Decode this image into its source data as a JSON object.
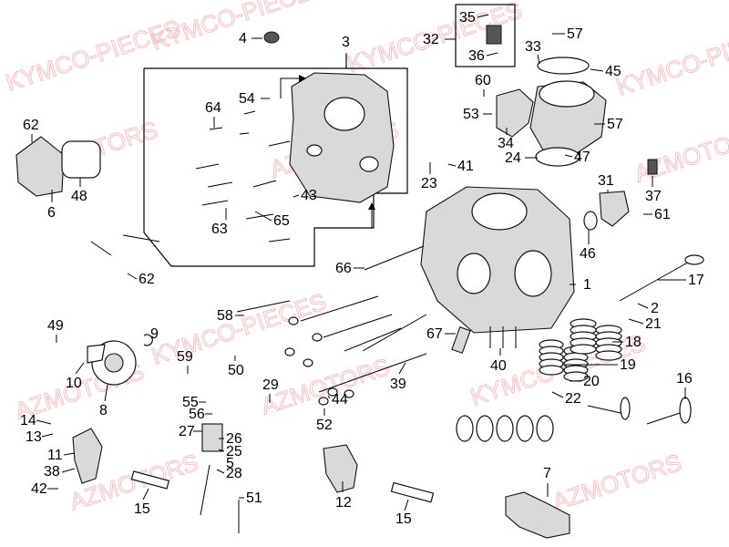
{
  "watermarks": [
    {
      "text": "KYMCO-PIECES"
    },
    {
      "text": "AZMOTORS"
    },
    {
      "text": "KYMCO-PIECES"
    },
    {
      "text": "AZMOTORS"
    },
    {
      "text": "KYMCO-PIECES"
    },
    {
      "text": "KYMCO-PIECES"
    },
    {
      "text": "AZMOTORS"
    },
    {
      "text": "AZMOTORS"
    },
    {
      "text": "KYMCO-PIECES"
    },
    {
      "text": "AZMOTORS"
    },
    {
      "text": "KYMCO-PIECES"
    },
    {
      "text": "AZMOTORS"
    },
    {
      "text": "AZMOTORS"
    }
  ],
  "callouts": [
    {
      "id": "c1",
      "text": "1"
    },
    {
      "id": "c2",
      "text": "2"
    },
    {
      "id": "c3",
      "text": "3"
    },
    {
      "id": "c4",
      "text": "4"
    },
    {
      "id": "c5",
      "text": "5"
    },
    {
      "id": "c6",
      "text": "6"
    },
    {
      "id": "c7",
      "text": "7"
    },
    {
      "id": "c8",
      "text": "8"
    },
    {
      "id": "c9",
      "text": "9"
    },
    {
      "id": "c10",
      "text": "10"
    },
    {
      "id": "c11",
      "text": "11"
    },
    {
      "id": "c12",
      "text": "12"
    },
    {
      "id": "c13",
      "text": "13"
    },
    {
      "id": "c14",
      "text": "14"
    },
    {
      "id": "c15a",
      "text": "15"
    },
    {
      "id": "c15b",
      "text": "15"
    },
    {
      "id": "c16",
      "text": "16"
    },
    {
      "id": "c17",
      "text": "17"
    },
    {
      "id": "c18",
      "text": "18"
    },
    {
      "id": "c19",
      "text": "19"
    },
    {
      "id": "c20",
      "text": "20"
    },
    {
      "id": "c21",
      "text": "21"
    },
    {
      "id": "c22",
      "text": "22"
    },
    {
      "id": "c23",
      "text": "23"
    },
    {
      "id": "c24",
      "text": "24"
    },
    {
      "id": "c25",
      "text": "25"
    },
    {
      "id": "c26",
      "text": "26"
    },
    {
      "id": "c27",
      "text": "27"
    },
    {
      "id": "c28",
      "text": "28"
    },
    {
      "id": "c29",
      "text": "29"
    },
    {
      "id": "c31",
      "text": "31"
    },
    {
      "id": "c32",
      "text": "32"
    },
    {
      "id": "c33",
      "text": "33"
    },
    {
      "id": "c34",
      "text": "34"
    },
    {
      "id": "c35",
      "text": "35"
    },
    {
      "id": "c36",
      "text": "36"
    },
    {
      "id": "c37",
      "text": "37"
    },
    {
      "id": "c38",
      "text": "38"
    },
    {
      "id": "c39",
      "text": "39"
    },
    {
      "id": "c40",
      "text": "40"
    },
    {
      "id": "c41",
      "text": "41"
    },
    {
      "id": "c42",
      "text": "42"
    },
    {
      "id": "c43",
      "text": "43"
    },
    {
      "id": "c44",
      "text": "44"
    },
    {
      "id": "c45",
      "text": "45"
    },
    {
      "id": "c46",
      "text": "46"
    },
    {
      "id": "c47",
      "text": "47"
    },
    {
      "id": "c48",
      "text": "48"
    },
    {
      "id": "c49",
      "text": "49"
    },
    {
      "id": "c50",
      "text": "50"
    },
    {
      "id": "c51",
      "text": "51"
    },
    {
      "id": "c52",
      "text": "52"
    },
    {
      "id": "c53",
      "text": "53"
    },
    {
      "id": "c54",
      "text": "54"
    },
    {
      "id": "c55",
      "text": "55"
    },
    {
      "id": "c56",
      "text": "56"
    },
    {
      "id": "c57a",
      "text": "57"
    },
    {
      "id": "c57b",
      "text": "57"
    },
    {
      "id": "c58",
      "text": "58"
    },
    {
      "id": "c59",
      "text": "59"
    },
    {
      "id": "c60",
      "text": "60"
    },
    {
      "id": "c61",
      "text": "61"
    },
    {
      "id": "c62a",
      "text": "62"
    },
    {
      "id": "c62b",
      "text": "62"
    },
    {
      "id": "c63",
      "text": "63"
    },
    {
      "id": "c64",
      "text": "64"
    },
    {
      "id": "c65",
      "text": "65"
    },
    {
      "id": "c66",
      "text": "66"
    },
    {
      "id": "c67",
      "text": "67"
    }
  ],
  "colors": {
    "watermark": "#f4b8bc",
    "ink": "#000000",
    "background": "#ffffff"
  }
}
